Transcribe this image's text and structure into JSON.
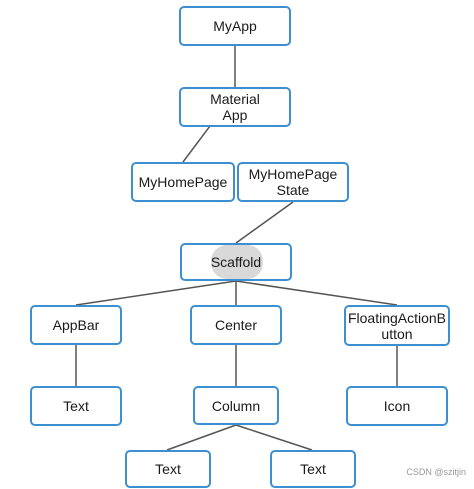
{
  "nodes": {
    "myapp": "MyApp",
    "material_app": "Material\nApp",
    "myhomepage": "MyHomePage",
    "myhomepage_state": "MyHomePage\nState",
    "scaffold": "Scaffold",
    "appbar": "AppBar",
    "center": "Center",
    "fab": "FloatingActionB\nutton",
    "appbar_text": "Text",
    "column": "Column",
    "icon": "Icon",
    "column_text_left": "Text",
    "column_text_right": "Text"
  },
  "colors": {
    "node_border": "#3d8fd1",
    "edge": "#555555",
    "highlight": "#d9d9d9"
  },
  "watermark": "CSDN @szitjin"
}
